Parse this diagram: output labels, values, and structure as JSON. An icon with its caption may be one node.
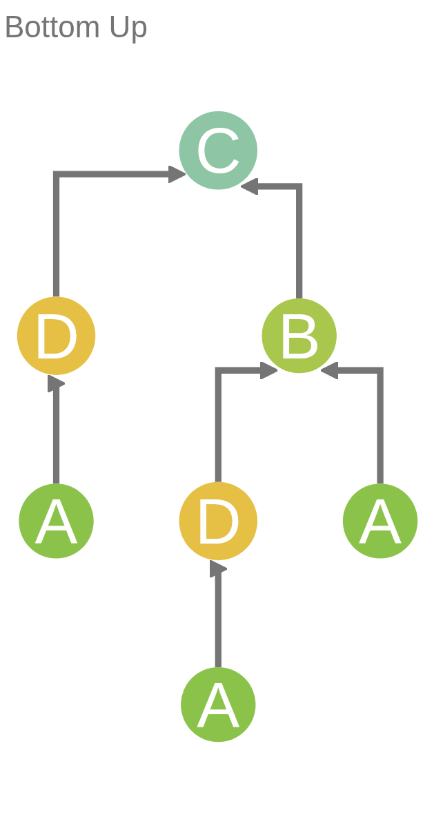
{
  "diagram": {
    "title": "Bottom Up",
    "nodes": [
      {
        "text": [
          "C"
        ]
      },
      {
        "text": [
          "D"
        ]
      },
      {
        "text": [
          "A"
        ]
      },
      {
        "text": [
          "B"
        ]
      },
      {
        "text": [
          "D"
        ]
      },
      {
        "text": [
          "A"
        ]
      },
      {
        "text": [
          "A"
        ]
      }
    ],
    "edges": [
      {
        "from": 1,
        "to": 0,
        "arrow": "to"
      },
      {
        "from": 3,
        "to": 0,
        "arrow": "to"
      },
      {
        "from": 2,
        "to": 1,
        "arrow": "to"
      },
      {
        "from": 4,
        "to": 3,
        "arrow": "to"
      },
      {
        "from": 6,
        "to": 3,
        "arrow": "to"
      },
      {
        "from": 5,
        "to": 4,
        "arrow": "to"
      }
    ]
  }
}
